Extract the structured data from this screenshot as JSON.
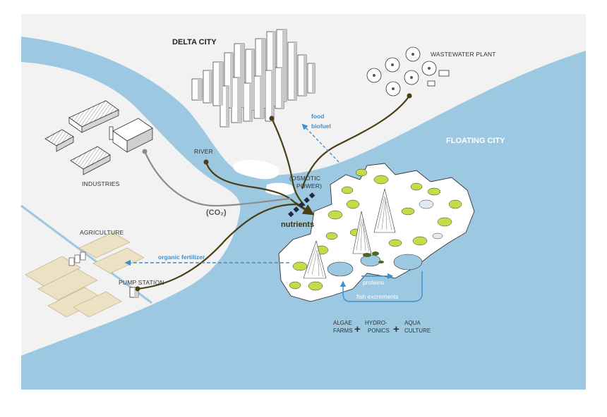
{
  "labels": {
    "delta_city": "DELTA CITY",
    "wastewater_plant": "WASTEWATER PLANT",
    "floating_city": "FLOATING CITY",
    "industries": "INDUSTRIES",
    "river": "RIVER",
    "osmotic_line1": "(OSMOTIC",
    "osmotic_line2": "POWER)",
    "food": "food",
    "biofuel": "biofuel",
    "co2": "(CO₂)",
    "nutrients": "nutrients",
    "agriculture": "AGRICULTURE",
    "organic_fertilizer": "organic fertilizer",
    "pump_station": "PUMP STATION",
    "proteins": "proteins",
    "fish_excrements": "fish excrements"
  },
  "systems": [
    {
      "line1": "ALGAE",
      "line2": "FARMS"
    },
    {
      "line1": "HYDRO-",
      "line2": "PONICS"
    },
    {
      "line1": "AQUA",
      "line2": "CULTURE"
    }
  ],
  "plus": "+",
  "colors": {
    "water": "#9dc8e1",
    "land": "#f2f2f2",
    "flow_brown": "#4a3f12",
    "flow_grey": "#8c8c8c",
    "flow_blue": "#3d8fd1",
    "algae": "#c2dd4a"
  },
  "icons": [
    "skyscraper-icon",
    "clarifier-tank-icon",
    "greenhouse-icon",
    "pump-house-icon",
    "field-icon"
  ]
}
